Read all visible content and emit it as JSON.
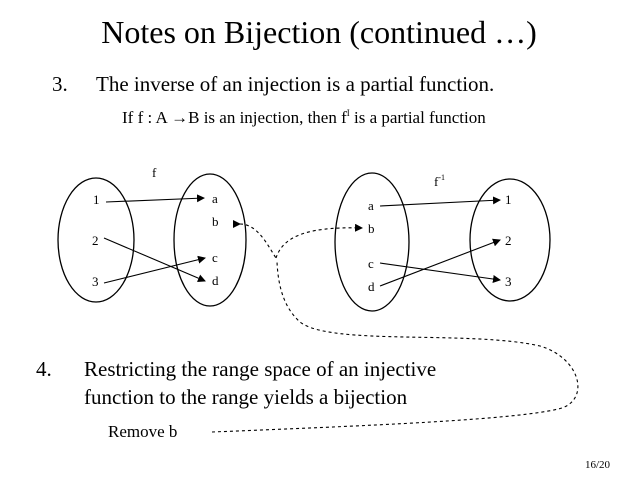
{
  "slide": {
    "title": "Notes on Bijection (continued …)",
    "point3": {
      "number": "3.",
      "text": "The inverse of an injection is a partial function.",
      "sub_before": "If f : A →B is an injection, then f",
      "sub_sup": "I",
      "sub_after": " is a partial function"
    },
    "point4": {
      "number": "4.",
      "line1": "Restricting the range space of an injective",
      "line2": "function to the range yields a bijection",
      "remove": "Remove b"
    },
    "page": "16/20"
  },
  "diagram": {
    "left": {
      "label": "f",
      "domain": [
        "1",
        "2",
        "3"
      ],
      "codomain": [
        "a",
        "b",
        "c",
        "d"
      ]
    },
    "right": {
      "label": "f",
      "label_sup": "-1",
      "domain": [
        "a",
        "b",
        "c",
        "d"
      ],
      "codomain": [
        "1",
        "2",
        "3"
      ]
    }
  }
}
